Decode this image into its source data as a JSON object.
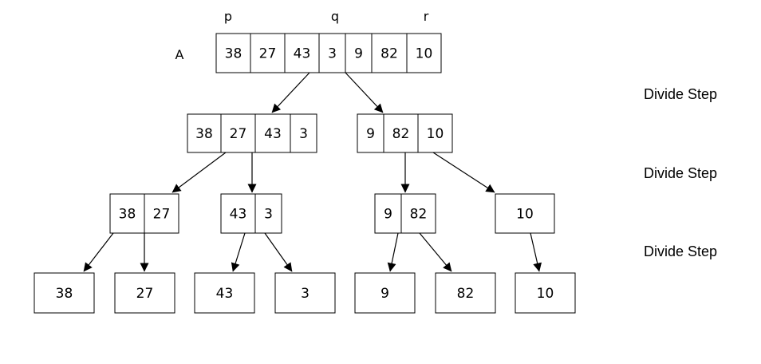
{
  "pointers": {
    "p": "p",
    "q": "q",
    "r": "r"
  },
  "array_label": "A",
  "levels": [
    {
      "step_label": "Divide Step",
      "groups": [
        [
          "38",
          "27",
          "43",
          "3",
          "9",
          "82",
          "10"
        ]
      ]
    },
    {
      "step_label": "Divide Step",
      "groups": [
        [
          "38",
          "27",
          "43",
          "3"
        ],
        [
          "9",
          "82",
          "10"
        ]
      ]
    },
    {
      "step_label": "Divide Step",
      "groups": [
        [
          "38",
          "27"
        ],
        [
          "43",
          "3"
        ],
        [
          "9",
          "82"
        ],
        [
          "10"
        ]
      ]
    },
    {
      "step_label": "",
      "groups": [
        [
          "38"
        ],
        [
          "27"
        ],
        [
          "43"
        ],
        [
          "3"
        ],
        [
          "9"
        ],
        [
          "82"
        ],
        [
          "10"
        ]
      ]
    }
  ],
  "colors": {
    "stroke": "#000000",
    "fill": "#ffffff",
    "background": "#ffffff"
  }
}
